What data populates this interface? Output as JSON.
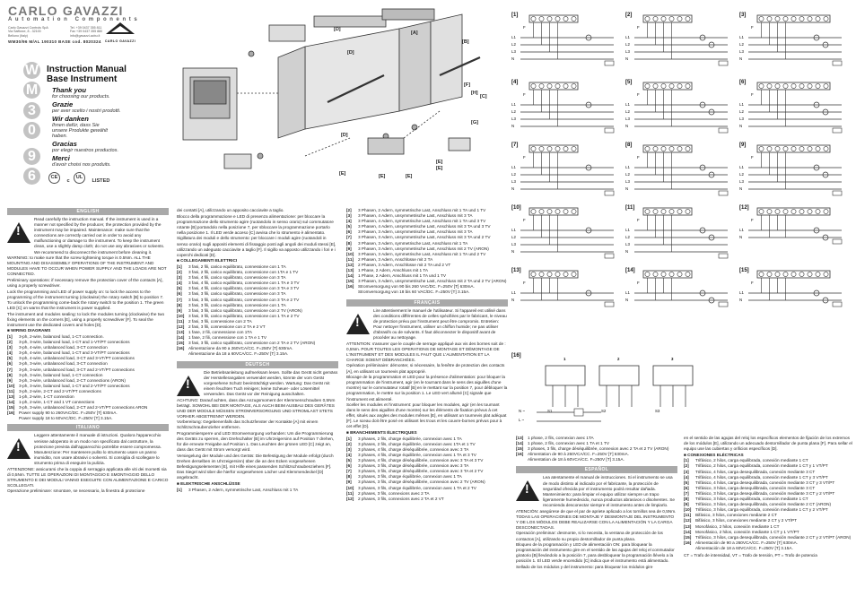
{
  "header": {
    "brand": "CARLO GAVAZZI",
    "subbrand": "Automation Components",
    "address_left": [
      "Carlo Gavazzi Controls SpA",
      "Via Safforze, 8 - 32100",
      "Belluno (Italy)"
    ],
    "address_right": [
      "Tel. +39 0437 355 811",
      "Fax +39 0437 355 880",
      "info@gavazzi-acbu.it"
    ],
    "doc_code": "WM30/96 M/AL 190310 BASE   cod. 8020324",
    "logo_text": "CARLO GAVAZZI"
  },
  "side_letters": [
    "W",
    "M",
    "3",
    "0",
    "9",
    "6"
  ],
  "title_lines": [
    "Instruction Manual",
    "Base Instrument"
  ],
  "greetings": [
    {
      "bold": "Thank you",
      "small": "for choosing our products."
    },
    {
      "bold": "Grazie",
      "small": "per aver scelto i nostri prodotti."
    },
    {
      "bold": "Wir danken",
      "small": "Ihnen dafür, dass Sie unsere Produkte gewählt haben."
    },
    {
      "bold": "Gracias",
      "small": "por elegir nuestros productos."
    },
    {
      "bold": "Merci",
      "small": "d'avoir choisi nos produits."
    }
  ],
  "certs": {
    "ce": "CE",
    "ul": "UL",
    "listed": "LISTED",
    "c": "c"
  },
  "exploded": {
    "labels": [
      "[D]",
      "[A]",
      "[B]",
      "[D]",
      "[F]",
      "[H]",
      "[C]",
      "[G]",
      "[D]",
      "[E]",
      "[E]",
      "[E]",
      "[E]",
      "[E]"
    ]
  },
  "english": {
    "lang": "ENGLISH",
    "warning": "Read carefully the instruction manual. If the instrument is used in a manner not specified by the producer, the protection provided by the instrument may be impaired. Maintenance: make sure that the connections are correctly carried out in order to avoid any malfunctioning or damage to the instrument. To keep the instrument clean, use a slightly damp cloth; do not use any abrasives or solvents. We recommend to disconnect the instrument before cleaning it.",
    "warning2": "WARNING: to make sure that the screw tightening torque is 0.5Nm. ALL THE MOUNTING AND DISASSEMBLY OPERATIONS OF THE INSTRUMENT AND MODULES HAVE TO OCCUR WHEN POWER SUPPLY AND THE LOADS ARE NOT CONNECTED.",
    "prelim": "Preliminary operations: if necessary remove the protection cover of the contacts [A], using a properly screwdriver.",
    "lock": "Lock the programming and LED of power supply on: to lock the access to the programming of the instrument turning (clockwise) the rotary switch [B] to position 7. To unlock the programming come-back the rotary switch to the position 1. The green LED [C] on warns that the instrument is power supplied.",
    "sealing": "The instrument and modules sealing: to lock the modules turning (clockwise) the two fixing elements on the corners [E], using a properly screwdriver [F]. To seal the instrument use the dedicated covers and holes [D].",
    "wiring_head": "■ WIRING DIAGRAMS",
    "items": [
      "3-ph, 2-wire, balanced load, 1-CT connection.",
      "3-ph, 3-wire, balanced load, 1-CT and 1-VT/PT connections",
      "3-ph, 4-wire, unbalanced load, 3-CT connection",
      "3-ph, 4-wire, balanced load, 1-CT and 3-VT/PT connections",
      "3-ph, 4-wire, unbalanced load, 3-CT and 3-VT/PT connections",
      "3-ph, 3-wire, unbalanced load, 3-CT connection",
      "3-ph, 3-wire, unbalanced load, 3-CT and 2-VT/PT connections",
      "3-ph, 3-wire, balanced load, 1-CT connection",
      "3-ph, 3-wire, unbalanced load, 2-CT connections (ARON)",
      "3-ph, 3-wire, balanced load, 1-CT and 2-VT/PT connections",
      "3-ph, 2-wire, 2-CT and 2-VT/PT connections",
      "1-ph, 2-wire, 1-CT connection",
      "1-ph, 2-wire, 1-CT and 1 VT connections",
      "3-ph, 3-wire, unbalanced load, 2-CT and 2-VT/PT connections ARON",
      "Power supply 90 to 260VAC/DC. F=250V [T] 630mA.",
      "Power supply 18 to 60VAC/DC. F=250V [T] 3.15A."
    ]
  },
  "italiano": {
    "lang": "ITALIANO",
    "warning": "Leggere attentamente il manuale di istruzioni. Qualora l'apparecchio venisse adoperato in un modo non specificato dal costruttore, la protezione prevista dall'apparecchio potrebbe essere compromessa. Manutenzione: Per mantenere pulito lo strumento usare un panno inumidito, non usare abrasivi o solventi. Si consiglia di scollegare lo strumento prima di eseguire la pulizia.",
    "warning2": "ATTENZIONE: assicurarsi che la coppia di serraggio applicata alle viti dei morsetti sia di 0,5Nm. TUTTE LE OPERAZIONI DI MONTAGGIO E SMONTAGGIO DELLO STRUMENTO E DEI MODULI VANNO ESEGUITE CON ALIMENTAZIONE E CARICO SCOLLEGATI.",
    "prelim": "Operazione preliminare: smontare, se necessario, la finestra di protezione"
  },
  "col2": {
    "it_cont": "dei contatti [A], utilizzando un apposito cacciavite a taglio.",
    "it_lock": "Blocco della programmazione e LED di presenza alimentazione: per bloccare la programmazione dello strumento agire (ruotandolo in senso orario) sul commutatore rotante [B] portandolo nella posizione 7, per sbloccare la programmazione portarlo nella posizione 1. Il LED verde acceso [C] avvisa che lo strumento è alimentato.",
    "it_seal": "Sigillatura dei moduli e dello strumento: per bloccare i moduli agire (ruotandoli in senso orario) sugli appositi elementi di fissaggio posti agli angoli dei moduli stessi [E], utilizzando un adeguato cacciavite a taglio [F]. Il sigillo va apposto utilizzando i fori e i coperchi dedicati [D].",
    "it_head": "■ COLLEGAMENTI ELETTRICI",
    "it_items": [
      "3 fasi, 2 fili, carico equilibrato, connessione con 1 TA",
      "3 fasi, 2 fili, carico equilibrato, connessione con 1TA e 1 TV",
      "3 fasi, 4 fili, carico squilibrato, connessione con 3 TA",
      "3 fasi, 4 fili, carico equilibrato, connessione con 1 TA e 3 TV",
      "3 fasi, 4 fili, carico squilibrato, connessione con 3 TA e 3 TV",
      "3 fasi, 3 fili, carico squilibrato, connessione con 3 TA",
      "3 fasi, 3 fili, carico squilibrato, connessione con 3 TA e 2 TV",
      "3 fasi, 3 fili, carico equilibrato, connessione con 1 TA",
      "3 fasi, 3 fili, carico squilibrato, connessione con 2 TV (ARON)",
      "3 fasi, 3 fili, carico equilibrato, connessione con 1 TA e 2 TV",
      "2 fasi, 3 fili, connessione con 2 TA",
      "2 fasi, 3 fili, connessione con 2 TA e 2 VT",
      "1 fase, 2 fili, connessione con 1TA",
      "1 fase, 2 fili, connessione con 1 TA e 1 TV",
      "3 fasi, 3 fili, carico squilibrato, connessione con 2 TA e 2 TV (ARON)",
      "Alimentazione da 90 a 260VCA/CC. F=250V [T] 630mA.",
      "Alimentazione da 18 a 60VCA/CC. F=250V [T] 3.15A."
    ],
    "de_lang": "DEUTSCH",
    "de_warning": "Die Betriebsanleitung aufmerksam lesen. Sollte das Gerät nicht gemäss der Herstellerangaben verwendet werden, könnte der vom Gerät vorgesehene Schutz beeinträchtigt werden. Wartung: Das Gerät mit einem feuchten Tuch reinigen; keine Scheuer- oder Lösemittel verwenden. Das Gerät vor der Reinigung ausschalten.",
    "de_warning2": "ACHTUNG: Darauf achten, dass das Anzugsmoment der Klemmenschrauben 0,5Nm beträgt. SOWOHL BEI DER MONTAGE, ALS AUCH BEIM AUSBAU DES GERÄTES UND DER MODULE MÜSSEN STROMVERSORGUNG UND STROMLAST STETS VORHER ABGETRENNT WERDEN.",
    "de_prep": "Vorbereitung: Gegebenenfalls das Schutzfenster der Kontakte [A] mit einem Schlitzschraubenzieher entfernen.",
    "de_lock": "Programmiersperre und LED Stromversorgung vorhanden: Um die Programmierung des Geräts zu sperren, den Drehschalter [B] im Uhrzeigersinn auf Position 7 drehen, für die erneute Freigabe auf Position 1. Das Leuchten der grünen LED [C] zeigt an, dass das Gerät mit Strom versorgt wird.",
    "de_seal": "Versiegelung der Module und des Geräts: Die Befestigung der Module erfolgt (durch Drehen derselben im Uhrzeigersinn) über die an den Ecken vorgesehenen Befestigungselementen [E], mit Hilfe eines passenden Schlitzschraubenziehers [F]. Das Siegel wird über die hierfür vorgesehenen Löcher und Klemmendeckel [D] angebracht.",
    "de_head": "■ ELEKTRISCHE ANSCHLÜSSE",
    "de_first": "3 Phasen, 2 Adern, symmetrische Last, Anschluss mit 1 TA"
  },
  "col3": {
    "de_items": [
      "3 Phasen, 2 Adern, symmetrische Last, Anschluss mit 1 TA und 1 TV",
      "3 Phasen, 4 Adern, unsymmetrische Last, Anschluss mit 3 TA",
      "3 Phasen, 4 Adern, symmetrische Last, Anschluss mit 1 TA und 3 TV",
      "3 Phasen, 4 Adern, unsymmetrische Last, Anschluss mit 3 TA und 3 TV",
      "3 Phasen, 3 Adern, unsymmetrische Last, Anschluss mit 3 TA",
      "3 Phasen, 3 Adern, unsymmetrische Last, Anschluss mit 3 TA und 2 TV",
      "3 Phasen, 3 Adern, symmetrische Last, Anschluss mit 1 TA",
      "3 Phasen, 3 Adern, unsymmetrische Last, Anschluss mit 2 TV (ARON)",
      "3 Phasen, 3 Adern, symmetrische Last, Anschluss mit 1 TA und 2 TV",
      "2 Phasen, 3 Adern, Anschlüsse mit 2 TA",
      "2 Phasen, 3 Adern, Anschlüsse mit 2 TA und 2 VT",
      "1 Phase, 2 Adern, Anschluss mit 1 TA",
      "1 Phase, 2 Adern, Anschluss mit 1 TA und 1 TV",
      "3 Phasen, 3 Adern, unsymmetrische Last, Anschluss mit 2 TA und 2 TV (ARON)",
      "Stromversorgung von 90 bis 260 VAC/DC. F=250V [T] 630mA.",
      "Stromversorgung von 18 bis 60 VAC/DC. F=250V [T] 3.15A."
    ],
    "fr_lang": "FRANÇAIS",
    "fr_warning": "Lire attentivement le manuel de l'utilisateur. Si l'appareil est utilisé dans des conditions différentes de celles spécifiées par le fabricant, le niveau de protection prévu par l'instrument peut être compromis. Entretien: Pour nettoyer l'instrument, utiliser un chiffon humide; ne pas utiliser d'abrasifs ou de solvants. Il faut déconnecter le dispositif avant de procéder au nettoyage.",
    "fr_warning2": "ATTENTION: s'assurer que le couple de serrage appliqué aux vis des bornes soit de : 0,5Nm. POUR TOUTES LES OPERATIONS DE MONTAGE ET DÉMONTAGE DE L'INSTRUMENT ET DES MODULES IL FAUT QUE L'ALIMENTATION ET LA CHARGE SOIENT DÉBRANCHÉES.",
    "fr_prelim": "Opération préliminaire: démonter, si nécessaire, la fenêtre de protection des contacts [A], en utilisant un tournevis plat approprié.",
    "fr_lock": "Blocage de la programmation et LED pour la présence d'alimentation: pour bloquer la programmation de l'instrument, agir (en le tournant dans le sens des aiguilles d'une montre) sur le commutateur rotatif [B] en le mettant sur la position 7, pour débloquer la programmation, le mettre sur la position 1. Le LED vert allumé [C] signale que l'instrument est alimenté.",
    "fr_seal": "Sceller les modules et l'instrument: pour bloquer les modules, agir (en les tournant dans le sens des aiguilles d'une montre) sur les éléments de fixation prévus à cet effet, situés aux angles des modules mêmes [E], en utilisant un tournevis plat adéquat [F]. Le sceau doit être posé en utilisant les trous et les couvre-bornes prévus pour à cet effet [D].",
    "fr_head": "■ BRANCHEMENTS ÉLECTRIQUES",
    "fr_items": [
      "3 phases, 2 fils, charge équilibrée, connexion avec 1 TA",
      "3 phases, 2 fils, charge équilibrée, connexion avec 1TA et 1 TV",
      "3 phases, 4 fils, charge déséquilibrée, connexion avec 3 TA",
      "3 phases, 4 fils, charge équilibrée, connexion avec 1 TA et 3 TV",
      "3 phases, 4 fils, charge déséquilibrée, connexion avec 3 TA et 3 TV",
      "3 phases, 3 fils, charge déséquilibrée, connexion avec 3 TA",
      "3 phases, 3 fils, charge déséquilibrée, connexion avec 3 TA et 2 TV",
      "3 phases, 3 fils, charge équilibrée, connexion avec 1 TA",
      "3 phases, 3 fils, charge déséquilibrée, connexion avec 2 TV (ARON)",
      "3 phases, 3 fils, charge équilibrée, connexion avec 1 TA et 2 TV",
      "2 phases, 3 fils, connexions avec 2 TA",
      "2 phases, 3 fils, connexions avec 2 TA et 2 VT"
    ]
  },
  "col4": {
    "fr_items": [
      "1 phase, 2 fils, connexion avec 1TA",
      "1 phase, 2 fils, connexion avec 1 TA et 1 TV",
      "3 phases, 3 fils, charge déséquilibrée, connexion avec 2 TA et 2 TV (ARON)",
      "Alimentation de 90 à 260VCA/CC. F=250V [T] 630mA.",
      "Alimentation de 18 à 60VCA/CC. F=250V [T] 3.15A."
    ],
    "fr_item_numbers": [
      "[13]",
      "[14]",
      "[15]",
      "[16]",
      ""
    ],
    "es_lang": "ESPAÑOL",
    "es_warning": "Lea atentamente el manual de instrucciones. Si el instrumento se usa de modo distinto al indicado por el fabricante, la protección de seguridad ofrecida por el instrumento podrá resultar dañada. Mantenimiento: para limpiar el equipo utilizar siempre un trapo ligeramente humedecido, nunca productos abrasivos o disolventes. Se recomienda desconectar siempre el instrumento antes de limpiarlo.",
    "es_warning2": "ATENCIÓN: asegúrese de que el par de apriete aplicado a los tornillos sea de 0,5Nm. TODAS LAS OPERACIONES DE MONTAJE Y DESMONTAJE DEL INSTRUMENTO Y DE LOS MÓDULOS DEBE REALIZARSE CON LA ALIMENTACIÓN Y LA CARGA DESCONECTADAS.",
    "es_prelim": "Operación preliminar: desmonte, si lo necesita, la ventana de protección de los contactos [A], utilizando su propio destornillador de punta plana.",
    "es_lock": "Bloqueo de la programación y LED de alimentación ON: para bloquear la programación del instrumento gire en el sentido de las agujas del reloj el conmutador giratorio [B] llevándolo a la posición 7, para desbloquear la programación llévelo a la posición 1. El LED verde encendido [C] indica que el instrumento está alimentado.",
    "es_seal": "Sellado de los módulos y del instrumento: para bloquear los módulos gire"
  },
  "col5": {
    "es_seal_cont": "en el sentido de las agujas del reloj los específicos elementos de fijación de los extremos de los módulos [E], utilizando un adecuado destornillador de punta plana [F]. Para sellar el equipo use las cubiertas y orificios específicos [D].",
    "es_head": "■ CONEXIONES ELÉCTRICAS",
    "es_items": [
      "Trifásico, 2 hilos, carga equilibrada, conexión mediante 1 CT",
      "Trifásico, 2 hilos, carga equilibrada, conexión mediante 1 CT y 1 VT/PT",
      "Trifásico, 4 hilos, carga desequilibrada, conexión mediante 3 CT",
      "Trifásico, 4 hilos, carga equilibrada, conexión mediante 1 CT y 3 VT/PT",
      "Trifásico, 4 hilos, carga desequilibrada, conexión mediante 3 CT y 3 VT/PT",
      "Trifásico, 3 hilos, carga desequilibrada, conexión mediante 3 CT",
      "Trifásico, 3 hilos, carga desequilibrada, conexión mediante 3 CT y 2 VT/PT",
      "Trifásico, 3 hilos, carga equilibrada, conexión mediante 1 CT",
      "Trifásico, 3 hilos, carga desequilibrada, conexión mediante 2 CT (ARON)",
      "Trifásico, 3 hilos, carga equilibrada, conexión mediante 1 CT y 2 VT/PT",
      "Bifásico, 3 hilos, conexiones mediante 2 CT",
      "Bifásico, 3 hilos, conexiones mediante 2 CT y 2 VT/PT",
      "Monofásico, 2 hilos, conexión mediante 1 CT",
      "Monofásico, 2 hilos, conexión mediante 1 CT y 1 VT/PT",
      "Trifásico, 3 hilos, carga desequilibrada, conexión mediante 2 CT y 2 VT/PT (ARON)",
      "Alimentación de 90 a 260VCA/CC. F=250V [T] 630mA.",
      "Alimentación de 18 a 60VCA/CC. F=250V [T] 3.15A."
    ],
    "footnote": "CT = Trafo de intensidad, VT = Trafo de tensión, PT = Trafo de potencia"
  },
  "diagrams": {
    "labels": [
      "[1]",
      "[2]",
      "[3]",
      "[4]",
      "[5]",
      "[6]",
      "[7]",
      "[8]",
      "[9]",
      "[10]",
      "[11]",
      "[12]",
      "[13]",
      "[14]",
      "[15]",
      "[16]"
    ],
    "lines": [
      "L1",
      "L2",
      "L3",
      "N"
    ],
    "f": "F",
    "power_tag": "N ~",
    "power_tag2": "L ~",
    "terms16": [
      "1",
      "2",
      "3"
    ],
    "out16": [
      "S1",
      "S2",
      "S3"
    ]
  }
}
